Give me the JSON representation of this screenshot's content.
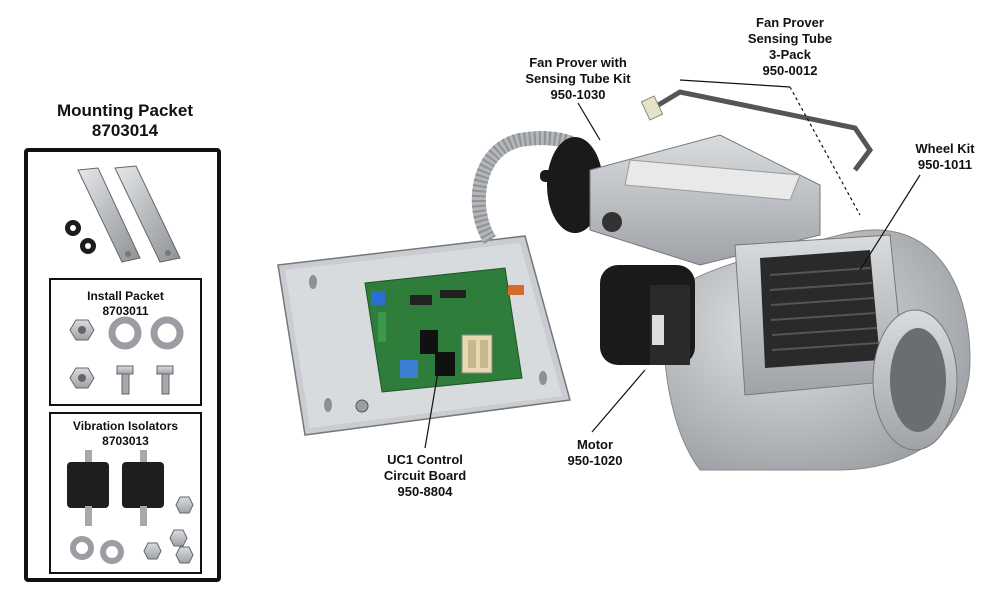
{
  "mounting_packet": {
    "title": "Mounting Packet",
    "part": "8703014",
    "install_packet": {
      "title": "Install Packet",
      "part": "8703011"
    },
    "vibration_isolators": {
      "title": "Vibration Isolators",
      "part": "8703013"
    }
  },
  "callouts": {
    "fan_prover_kit": {
      "line1": "Fan Prover with",
      "line2": "Sensing Tube Kit",
      "part": "950-1030"
    },
    "sensing_tube": {
      "line1": "Fan Prover",
      "line2": "Sensing Tube",
      "line3": "3-Pack",
      "part": "950-0012"
    },
    "wheel_kit": {
      "line1": "Wheel Kit",
      "part": "950-1011"
    },
    "motor": {
      "line1": "Motor",
      "part": "950-1020"
    },
    "control_board": {
      "line1": "UC1 Control",
      "line2": "Circuit Board",
      "part": "950-8804"
    }
  },
  "colors": {
    "text": "#111111",
    "metal": "#b9bcbf",
    "board": "#2e7d3a",
    "motor": "#1a1a1a",
    "rubber": "#1e1e1e"
  }
}
